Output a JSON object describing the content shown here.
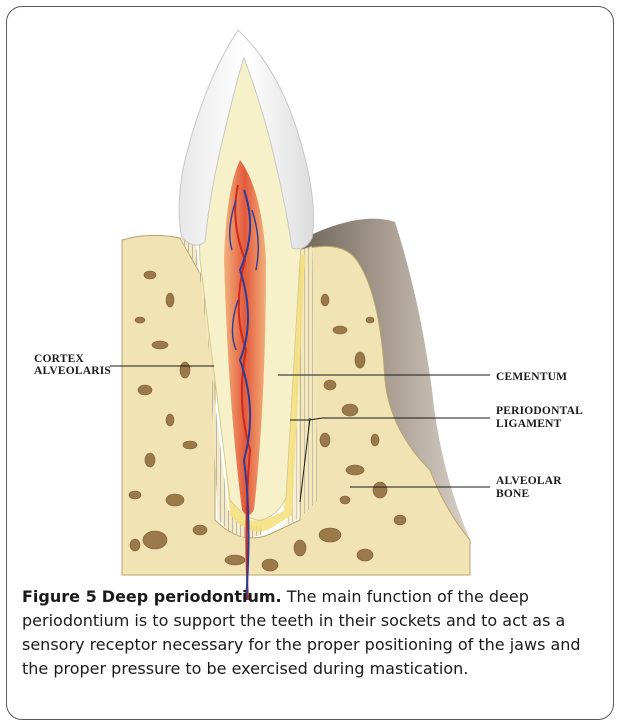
{
  "figure": {
    "labels": {
      "cortex_line1": "CORTEX",
      "cortex_line2": "ALVEOLARIS",
      "cementum": "CEMENTUM",
      "pdl_line1": "PERIODONTAL",
      "pdl_line2": "LIGAMENT",
      "bone_line1": "ALVEOLAR",
      "bone_line2": "BONE"
    },
    "colors": {
      "enamel": "#f4f4f4",
      "dentin": "#f7f1c9",
      "pulp": "#e8745a",
      "bone": "#f1e3b3",
      "trabeculae": "#9a7a4a",
      "gingiva": "#9a9088",
      "artery": "#cc2a1e",
      "vein": "#2a3e9a"
    }
  },
  "caption": {
    "figure_number": "Figure 5",
    "title": "Deep periodontium.",
    "text": "The main function of the deep periodontium is to support the teeth in their sockets and to act as a sensory receptor necessary for the proper positioning of the jaws and the proper pressure to be exercised during mastication."
  }
}
